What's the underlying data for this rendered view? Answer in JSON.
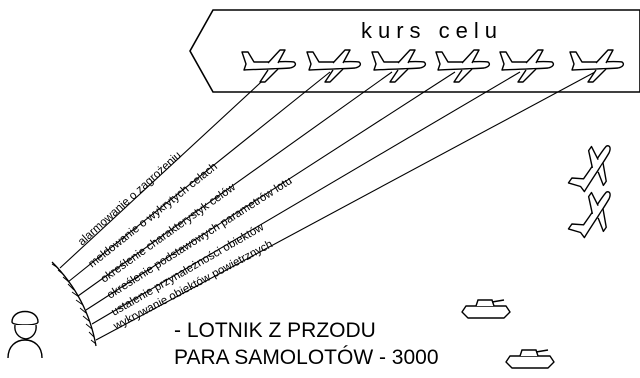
{
  "diagram": {
    "course_label": "kurs celu",
    "ray_labels": [
      "alarmowanie o zagrożeniu",
      "meldowanie o wykrytych celach",
      "określenie charakterystyk celów",
      "określenie podstawowych parametrów lotu",
      "ustalenie przynależności obiektów",
      "wykrywanie obiektów powietrznych"
    ],
    "caption_line_1": "- LOTNIK Z PRZODU",
    "caption_line_2": "PARA SAMOLOTÓW - 3000",
    "icons": {
      "observer": "observer-head-icon",
      "aircraft": "aircraft-icon",
      "tank": "tank-icon"
    },
    "colors": {
      "ink": "#000000",
      "background": "#ffffff"
    }
  }
}
